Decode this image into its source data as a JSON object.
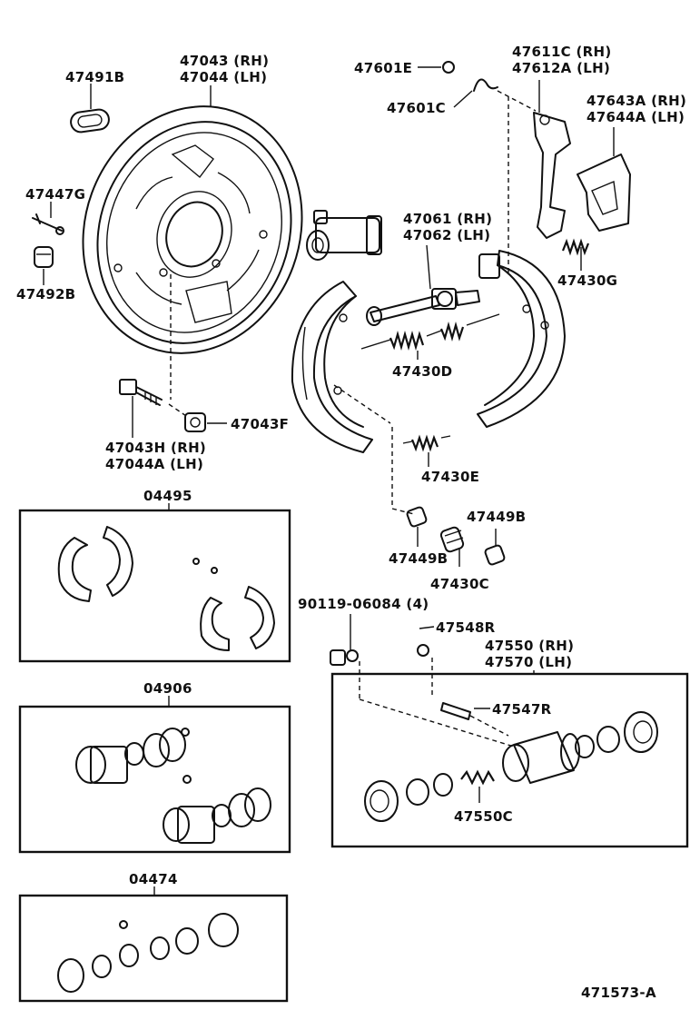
{
  "labels": {
    "p47491B": "47491B",
    "p47043": "47043 (RH)",
    "p47044": "47044 (LH)",
    "p47447G": "47447G",
    "p47492B": "47492B",
    "p47043H": "47043H (RH)",
    "p47044A": "47044A (LH)",
    "p47043F": "47043F",
    "p47601E": "47601E",
    "p47601C": "47601C",
    "p47611C": "47611C (RH)",
    "p47612A": "47612A (LH)",
    "p47643A": "47643A (RH)",
    "p47644A": "47644A (LH)",
    "p47061": "47061 (RH)",
    "p47062": "47062 (LH)",
    "p47430G": "47430G",
    "p47430D": "47430D",
    "p47430E": "47430E",
    "p47449B_a": "47449B",
    "p47449B_b": "47449B",
    "p47430C": "47430C",
    "p04495": "04495",
    "p04906": "04906",
    "p04474": "04474",
    "p90119": "90119-06084 (4)",
    "p47548R": "47548R",
    "p47550": "47550 (RH)",
    "p47570": "47570 (LH)",
    "p47547R": "47547R",
    "p47550C": "47550C",
    "figure_id": "471573-A"
  },
  "colors": {
    "ink": "#111111",
    "background": "#ffffff"
  }
}
